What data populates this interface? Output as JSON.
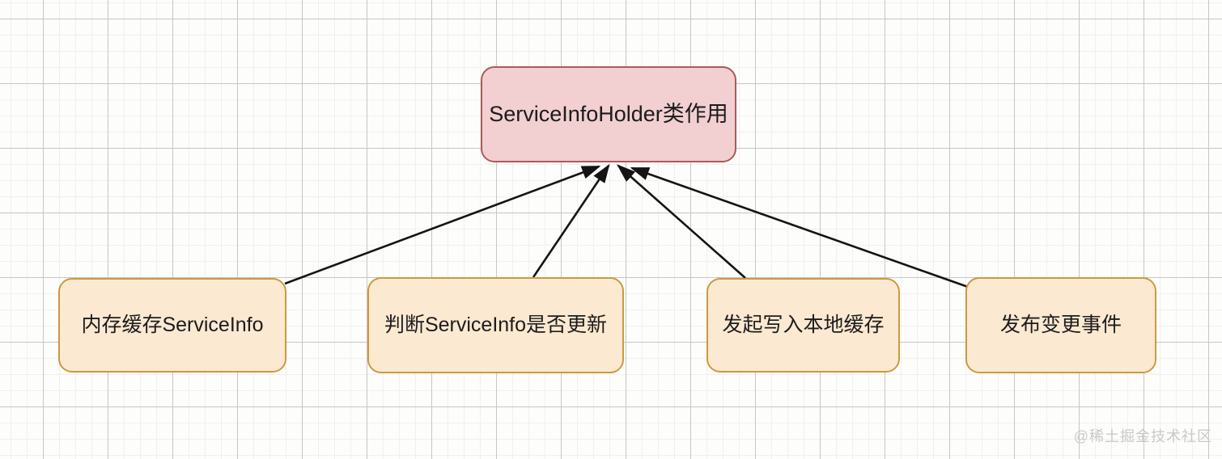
{
  "diagram": {
    "root": {
      "label": "ServiceInfoHolder类作用",
      "fill_color": "#f2cfd0",
      "border_color": "#ab5a5c"
    },
    "children": [
      {
        "label": "内存缓存ServiceInfo"
      },
      {
        "label": "判断ServiceInfo是否更新"
      },
      {
        "label": "发起写入本地缓存"
      },
      {
        "label": "发布变更事件"
      }
    ],
    "child_style": {
      "fill_color": "#fbe9d1",
      "border_color": "#cb9a3f"
    },
    "arrows": {
      "color": "#141414",
      "direction": "children-to-root"
    },
    "background": {
      "minor_grid_color": "#f2f0ed",
      "major_grid_color": "#c9c6c3"
    }
  },
  "watermark": {
    "text": "@稀土掘金技术社区",
    "color": "#c9c9c9"
  }
}
